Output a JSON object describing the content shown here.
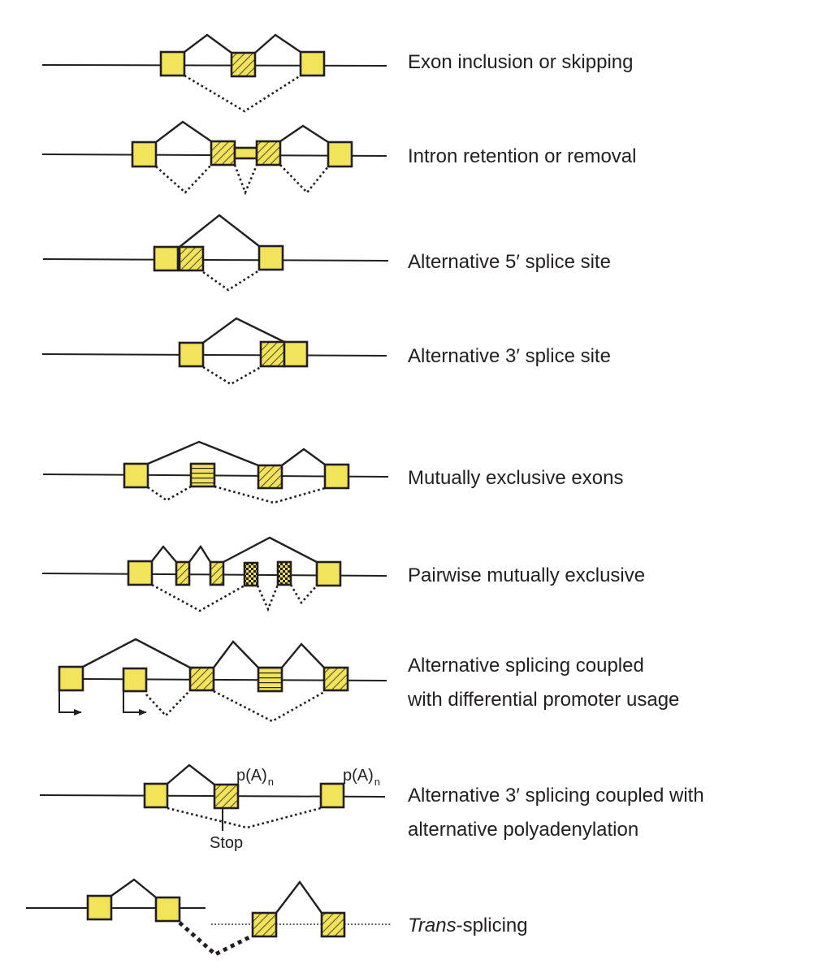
{
  "title": "Types of alternative splicing",
  "colors": {
    "exon_fill": "#f1e35a",
    "stroke": "#231f20",
    "text": "#231f20"
  },
  "exon_types": {
    "constitutive": "solid yellow box",
    "alternative_hatched": "diagonal hatched box",
    "alternative_striped": "horizontal striped box",
    "alternative_checker": "checkered box"
  },
  "rows": [
    {
      "id": "exon-inclusion",
      "label_lines": [
        "Exon inclusion or skipping"
      ]
    },
    {
      "id": "intron-retention",
      "label_lines": [
        "Intron retention or removal"
      ]
    },
    {
      "id": "alt-5-splice",
      "label_lines": [
        "Alternative 5′ splice site"
      ]
    },
    {
      "id": "alt-3-splice",
      "label_lines": [
        "Alternative 3′ splice site"
      ]
    },
    {
      "id": "mutually-exclusive",
      "label_lines": [
        "Mutually exclusive exons"
      ]
    },
    {
      "id": "pairwise-mutually-exclusive",
      "label_lines": [
        "Pairwise mutually exclusive"
      ]
    },
    {
      "id": "promoter-usage",
      "label_lines": [
        "Alternative splicing coupled",
        "with differential promoter usage"
      ]
    },
    {
      "id": "polyadenylation",
      "label_lines": [
        "Alternative 3′ splicing coupled with",
        "alternative polyadenylation"
      ]
    },
    {
      "id": "trans-splicing",
      "label_italic": "Trans",
      "label_rest": "-splicing"
    }
  ],
  "annotations": {
    "polya_main": "p(A)",
    "polya_sub": "n",
    "stop": "Stop"
  }
}
